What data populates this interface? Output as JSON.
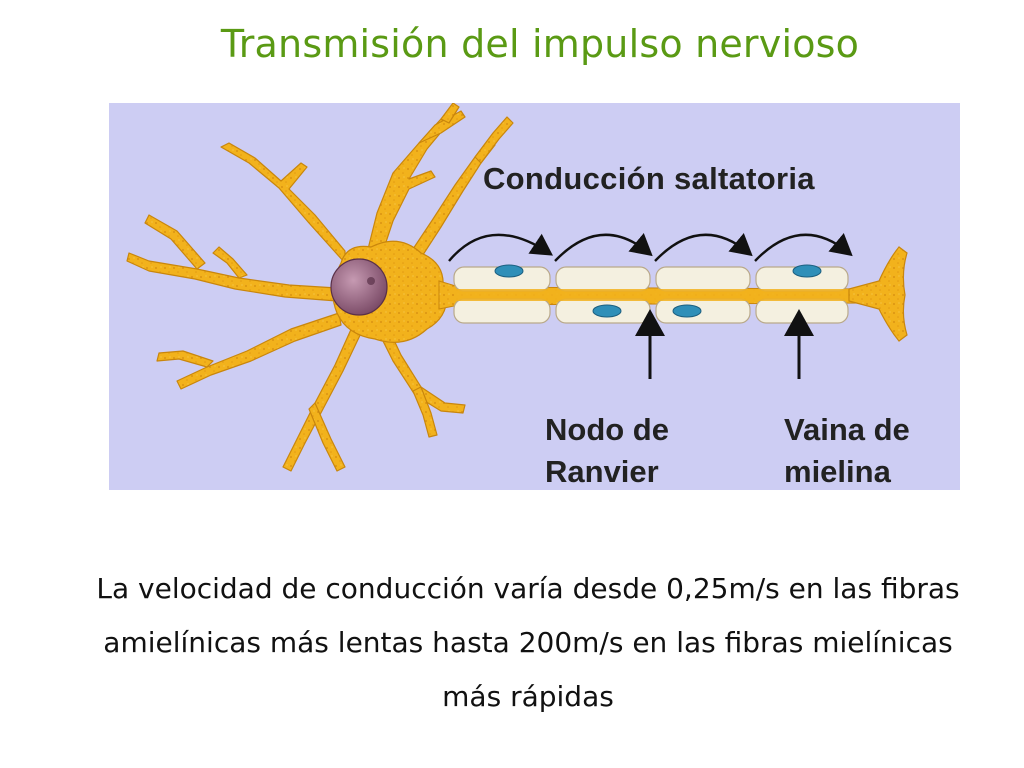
{
  "title": "Transmisión del impulso nervioso",
  "diagram": {
    "conduction_label": "Conducción saltatoria",
    "node_label_line1": "Nodo de",
    "node_label_line2": "Ranvier",
    "myelin_label_line1": "Vaina de",
    "myelin_label_line2": "mielina"
  },
  "caption": "La velocidad de conducción varía desde 0,25m/s en las fibras amielínicas más lentas hasta 200m/s en las fibras mielínicas más rápidas",
  "colors": {
    "title": "#5a9a14",
    "panel_background": "#cdcdf3",
    "neuron_body": "#f2b21c",
    "nucleus": "#9e6a86",
    "myelin": "#f4f0e0",
    "schwann_nucleus": "#2f8fb8"
  }
}
